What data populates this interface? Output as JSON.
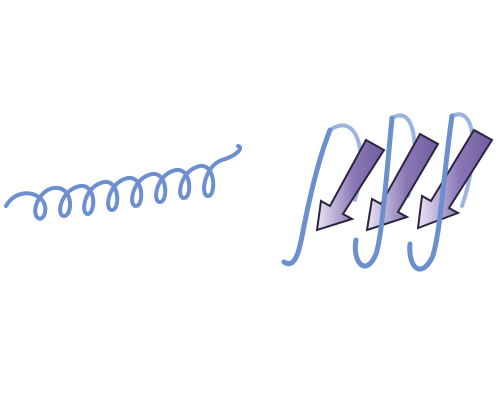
{
  "diagram": {
    "left_element": {
      "icon": "loose-coil-helix",
      "turns": 8
    },
    "right_element": {
      "icon": "helix-with-strand-arrows",
      "arrow_count": 3
    },
    "colors": {
      "background": "#ffffff",
      "helix": "#6b8fcf",
      "helix_light": "#9bb4e0",
      "arrow_fill_light": "#ebe6f5",
      "arrow_fill_dark": "#8a78b6",
      "arrow_outline": "#2b2440"
    }
  }
}
